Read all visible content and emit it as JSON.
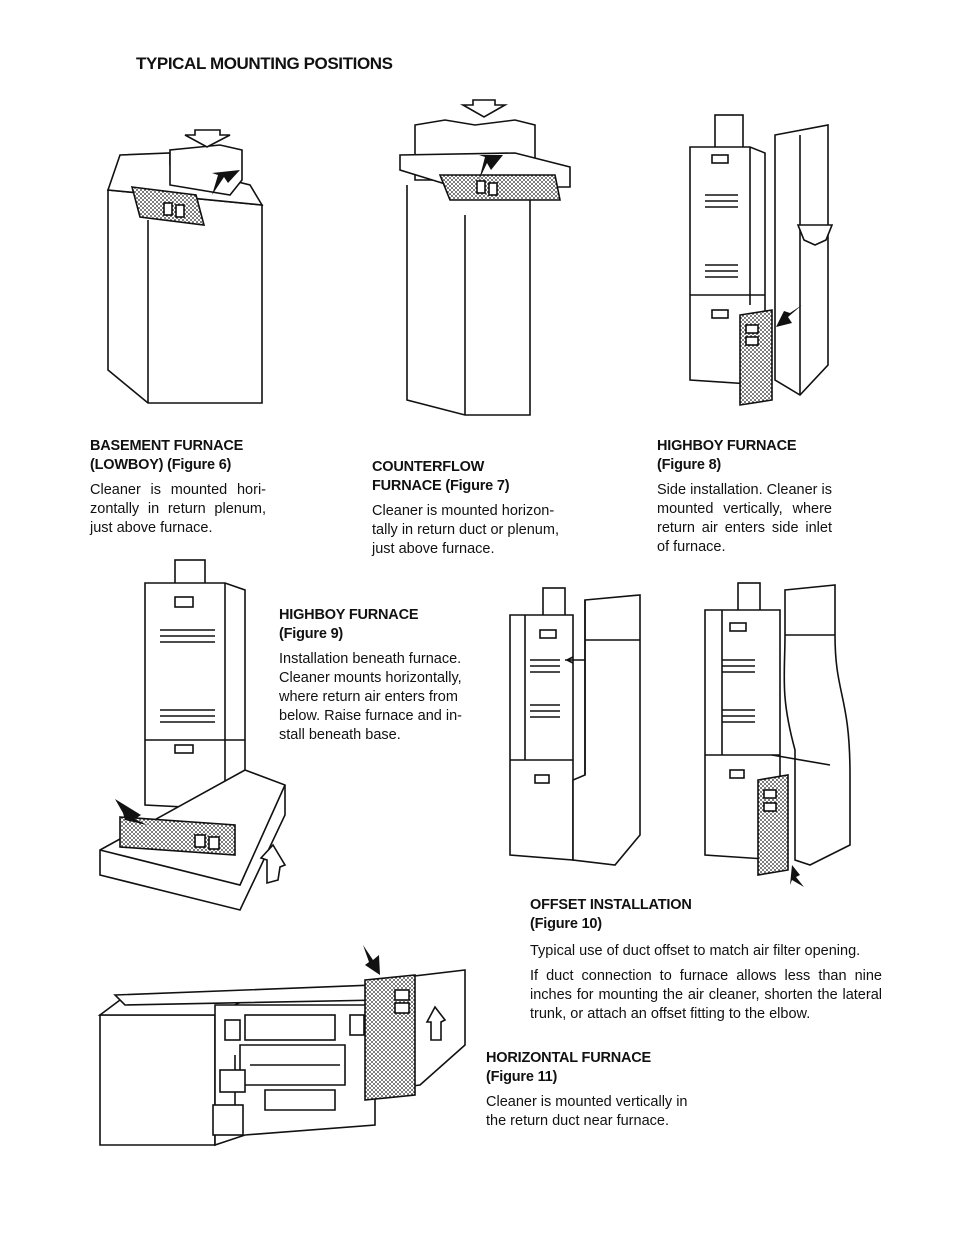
{
  "page": {
    "title": "TYPICAL MOUNTING POSITIONS"
  },
  "figures": {
    "fig6": {
      "heading1": "BASEMENT  FURNACE",
      "heading2": "(LOWBOY) (Figure 6)",
      "body": "Cleaner is mounted hori-zontally in return plenum, just above furnace."
    },
    "fig7": {
      "heading1": "COUNTERFLOW",
      "heading2": "FURNACE (Figure 7)",
      "body": "Cleaner is mounted horizon-tally in return duct or plenum, just above furnace."
    },
    "fig8": {
      "heading1": "HIGHBOY FURNACE",
      "heading2": "(Figure 8)",
      "body": "Side installation. Cleaner is mounted vertically, where return air enters side inlet of furnace."
    },
    "fig9": {
      "heading1": "HIGHBOY FURNACE",
      "heading2": "(Figure 9)",
      "body": "Installation beneath furnace. Cleaner mounts horizontally, where return air enters from below. Raise furnace and in-stall beneath base."
    },
    "fig10": {
      "heading1": "OFFSET INSTALLATION",
      "heading2": "(Figure 10)",
      "body1": "Typical use of duct offset to match air filter opening.",
      "body2": "If duct connection to furnace allows less than nine inches for mounting the air cleaner, shorten the lateral trunk, or attach an offset fitting to the elbow."
    },
    "fig11": {
      "heading1": "HORIZONTAL FURNACE",
      "heading2": "(Figure 11)",
      "body": "Cleaner is mounted vertically in the return duct near furnace."
    }
  }
}
